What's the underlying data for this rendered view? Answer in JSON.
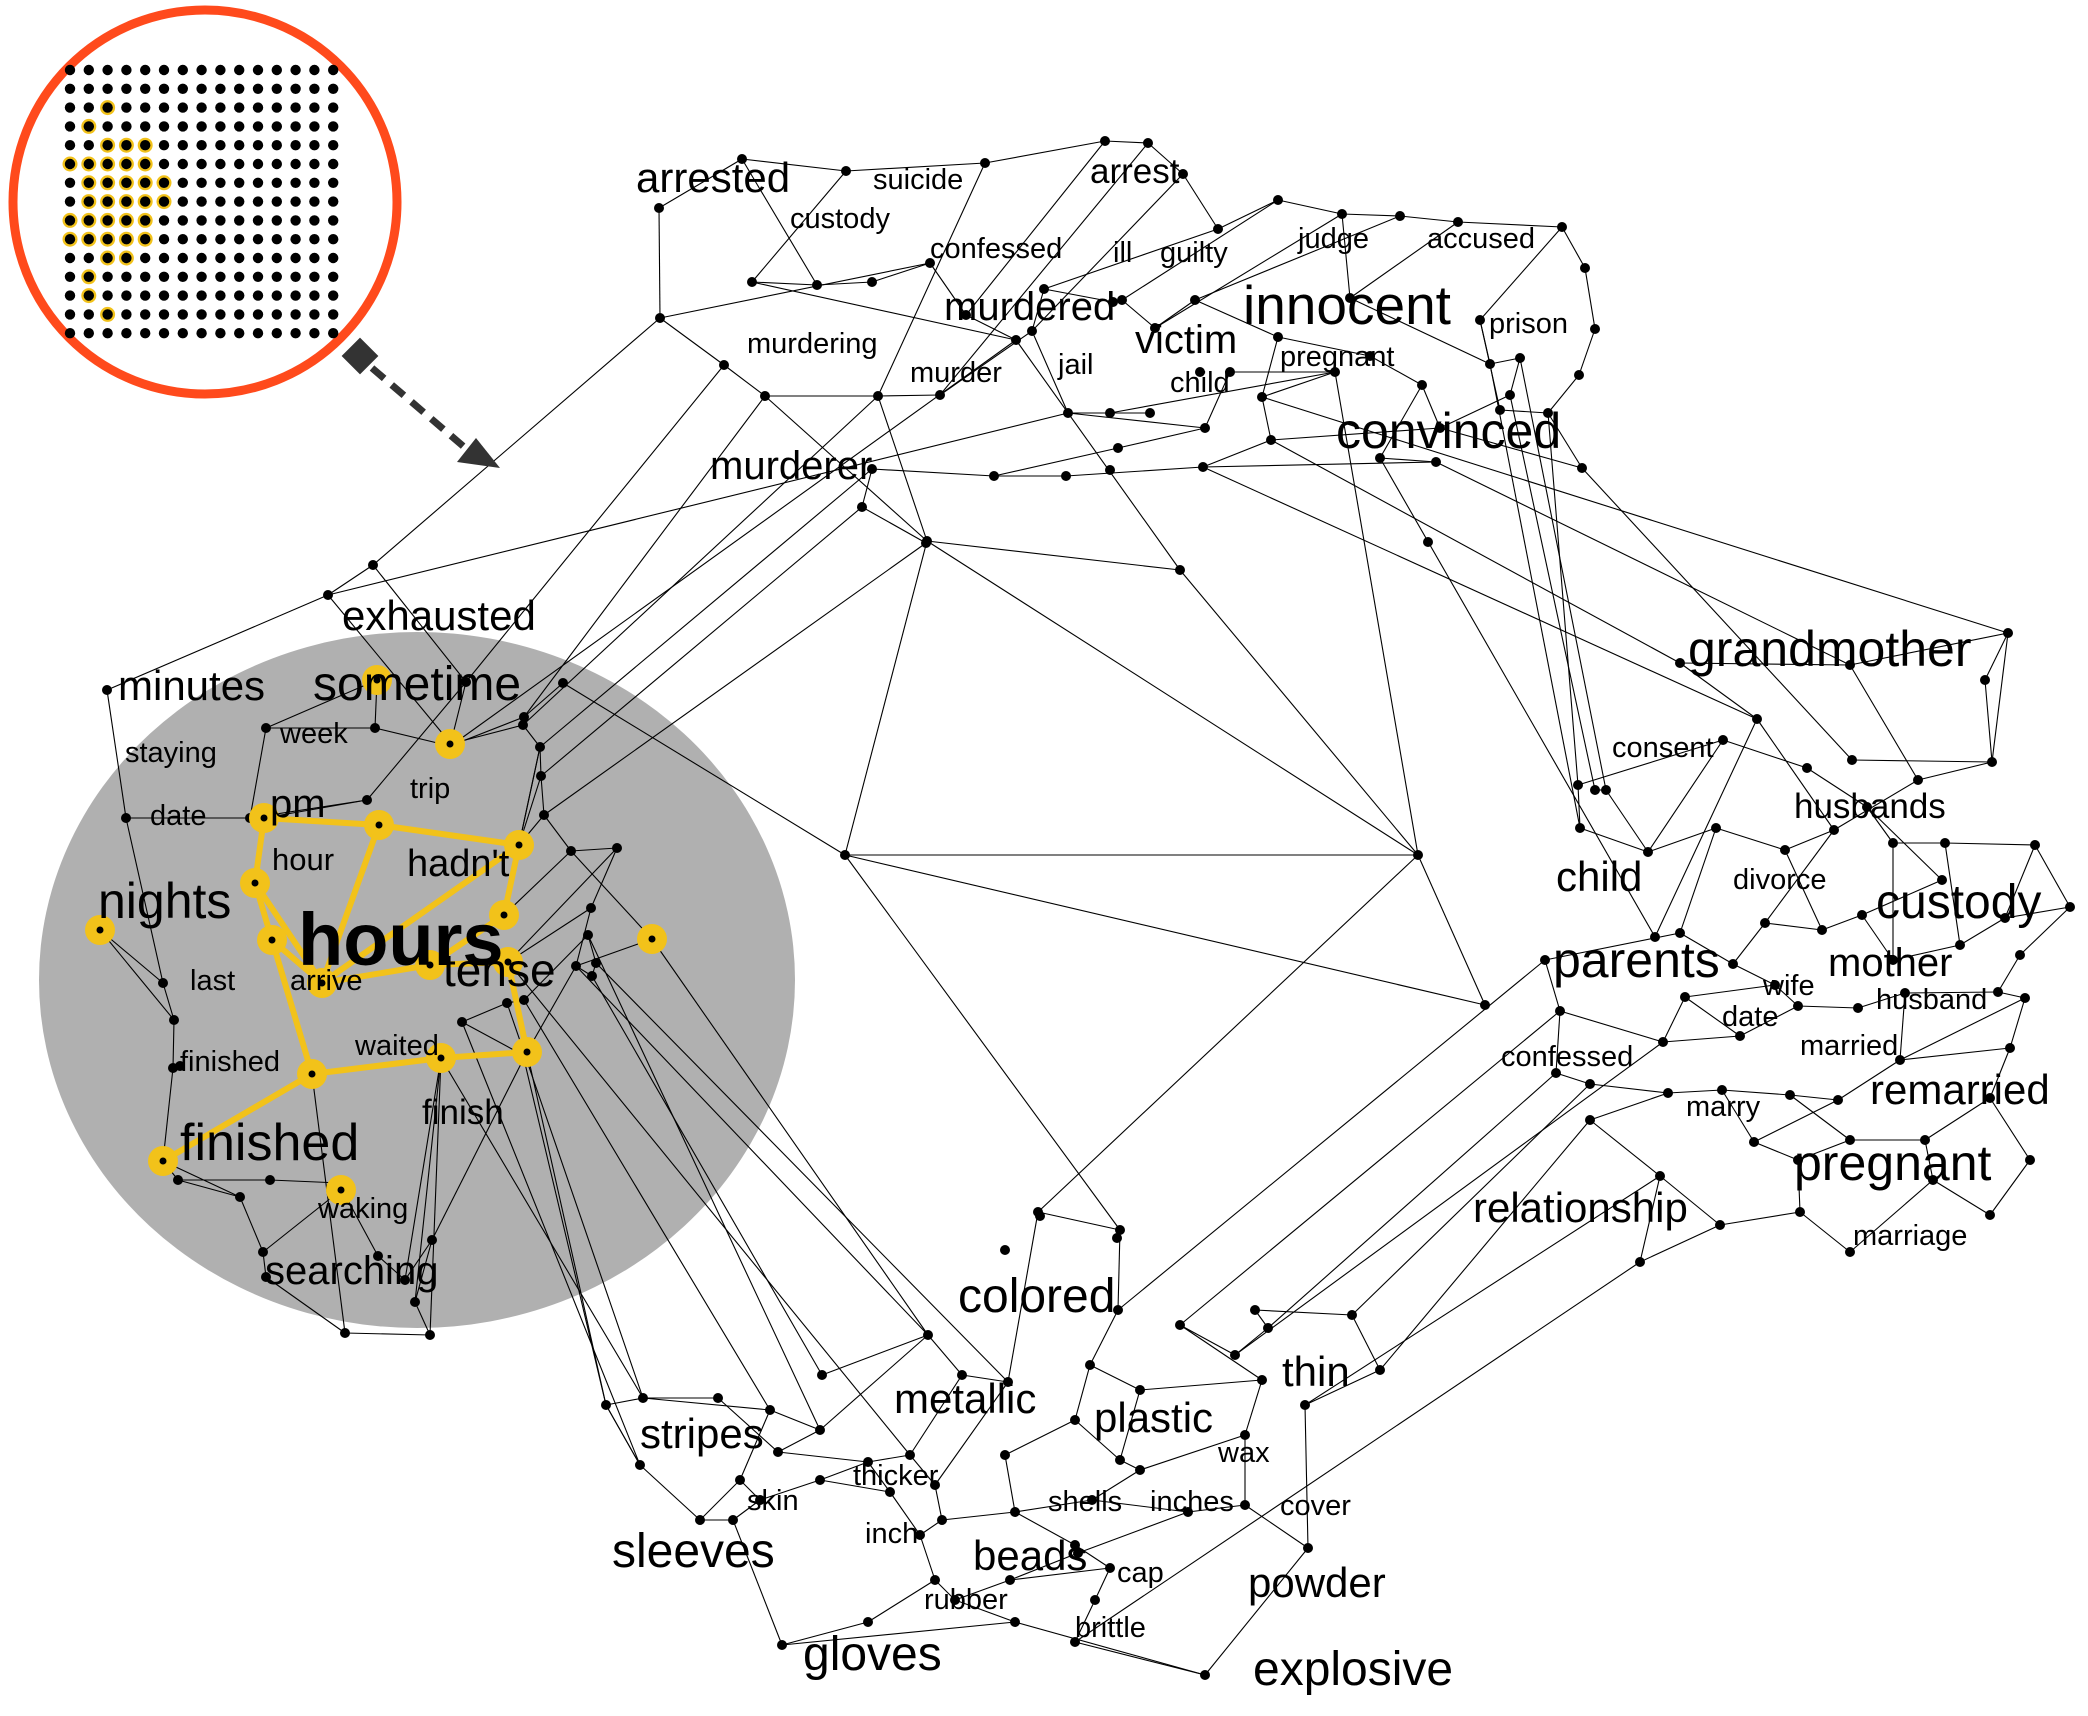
{
  "colors": {
    "highlight": "#f2c21a",
    "lens": "#b0b0b0",
    "inset_ring": "#ff4a1c",
    "edge": "#000000",
    "background": "#ffffff"
  },
  "icons": {
    "inset": "grid-map-icon",
    "pointer": "dashed-arrow-icon"
  },
  "inset": {
    "grid_rows": 15,
    "grid_cols": 15
  },
  "labels": {
    "time": [
      "exhausted",
      "minutes",
      "sometime",
      "staying",
      "week",
      "date",
      "trip",
      "pm",
      "hour",
      "hadn't",
      "nights",
      "hours",
      "last",
      "arrive",
      "tense",
      "finished",
      "waited",
      "finish",
      "finished",
      "waking",
      "searching"
    ],
    "crime": [
      "arrested",
      "suicide",
      "arrest",
      "custody",
      "confessed",
      "ill",
      "guilty",
      "judge",
      "accused",
      "murdering",
      "murdered",
      "innocent",
      "prison",
      "victim",
      "jail",
      "murder",
      "pregnant",
      "child",
      "convinced",
      "murderer"
    ],
    "family": [
      "grandmother",
      "consent",
      "husbands",
      "child",
      "divorce",
      "custody",
      "parents",
      "mother",
      "wife",
      "husband",
      "date",
      "confessed",
      "married",
      "remarried",
      "marry",
      "pregnant",
      "relationship",
      "marriage"
    ],
    "material": [
      "colored",
      "thin",
      "metallic",
      "plastic",
      "stripes",
      "wax",
      "thicker",
      "skin",
      "shells",
      "inches",
      "cover",
      "inch",
      "sleeves",
      "beads",
      "cap",
      "powder",
      "rubber",
      "brittle",
      "gloves",
      "explosive"
    ]
  }
}
